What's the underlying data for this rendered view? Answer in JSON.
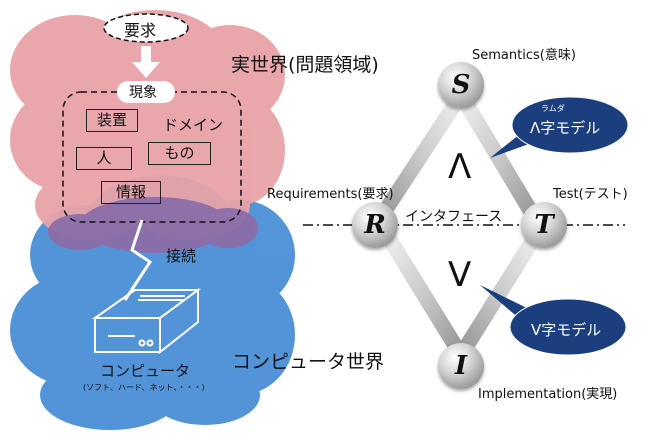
{
  "problem_domain": {
    "requirement": "要求",
    "phenomenon": "現象",
    "device": "装置",
    "domain": "ドメイン",
    "person": "人",
    "thing": "もの",
    "information": "情報",
    "title": "実世界(問題領域)"
  },
  "connection": "接続",
  "computer": {
    "label": "コンピュータ",
    "sub_label": "(ソフト、ハード、ネット、・・・)",
    "world_title": "コンピュータ世界"
  },
  "model": {
    "semantics": "Semantics(意味)",
    "requirements": "Requirements(要求)",
    "test": "Test(テスト)",
    "implementation": "Implementation(実現)",
    "interface": "インタフェース",
    "node_s": "S",
    "node_r": "R",
    "node_t": "T",
    "node_i": "I",
    "lambda_symbol": "Λ",
    "v_symbol": "V",
    "lambda_ruby": "ラムダ",
    "lambda_model": "Λ字モデル",
    "v_model": "V字モデル"
  },
  "colors": {
    "real_world_cloud": "#e8a3a8",
    "computer_cloud": "#4a8fd6",
    "bubble": "#1b3f7e"
  }
}
